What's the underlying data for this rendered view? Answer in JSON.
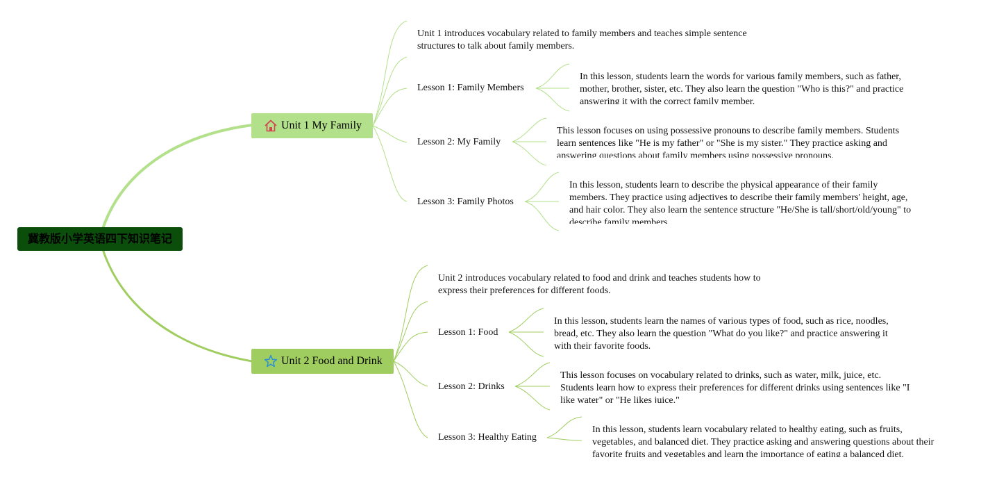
{
  "root": {
    "label": "冀教版小学英语四下知识笔记"
  },
  "units": [
    {
      "title": "Unit 1 My Family",
      "icon": "house-icon",
      "color": "#b3e08b",
      "summary": "Unit 1 introduces vocabulary related to family members and teaches simple sentence structures to talk about family members.",
      "lessons": [
        {
          "title": "Lesson 1: Family Members",
          "description": "In this lesson, students learn the words for various family members, such as father, mother, brother, sister, etc. They also learn the question \"Who is this?\" and practice answering it with the correct family member."
        },
        {
          "title": "Lesson 2: My Family",
          "description": "This lesson focuses on using possessive pronouns to describe family members. Students learn sentences like \"He is my father\" or \"She is my sister.\" They practice asking and answering questions about family members using possessive pronouns."
        },
        {
          "title": "Lesson 3: Family Photos",
          "description": "In this lesson, students learn to describe the physical appearance of their family members. They practice using adjectives to describe their family members' height, age, and hair color. They also learn the sentence structure \"He/She is tall/short/old/young\" to describe family members."
        }
      ]
    },
    {
      "title": "Unit 2 Food and Drink",
      "icon": "star-icon",
      "color": "#9fcd5f",
      "summary": "Unit 2 introduces vocabulary related to food and drink and teaches students how to express their preferences for different foods.",
      "lessons": [
        {
          "title": "Lesson 1: Food",
          "description": "In this lesson, students learn the names of various types of food, such as rice, noodles, bread, etc. They also learn the question \"What do you like?\" and practice answering it with their favorite foods."
        },
        {
          "title": "Lesson 2: Drinks",
          "description": "This lesson focuses on vocabulary related to drinks, such as water, milk, juice, etc. Students learn how to express their preferences for different drinks using sentences like \"I like water\" or \"He likes juice.\""
        },
        {
          "title": "Lesson 3: Healthy Eating",
          "description": "In this lesson, students learn vocabulary related to healthy eating, such as fruits, vegetables, and balanced diet. They practice asking and answering questions about their favorite fruits and vegetables and learn the importance of eating a balanced diet."
        }
      ]
    }
  ],
  "colors": {
    "root_bg": "#0b4d0b",
    "branch_unit1": "#b3e08b",
    "branch_unit2": "#9fcd5f",
    "connector": "#a8d97a"
  }
}
